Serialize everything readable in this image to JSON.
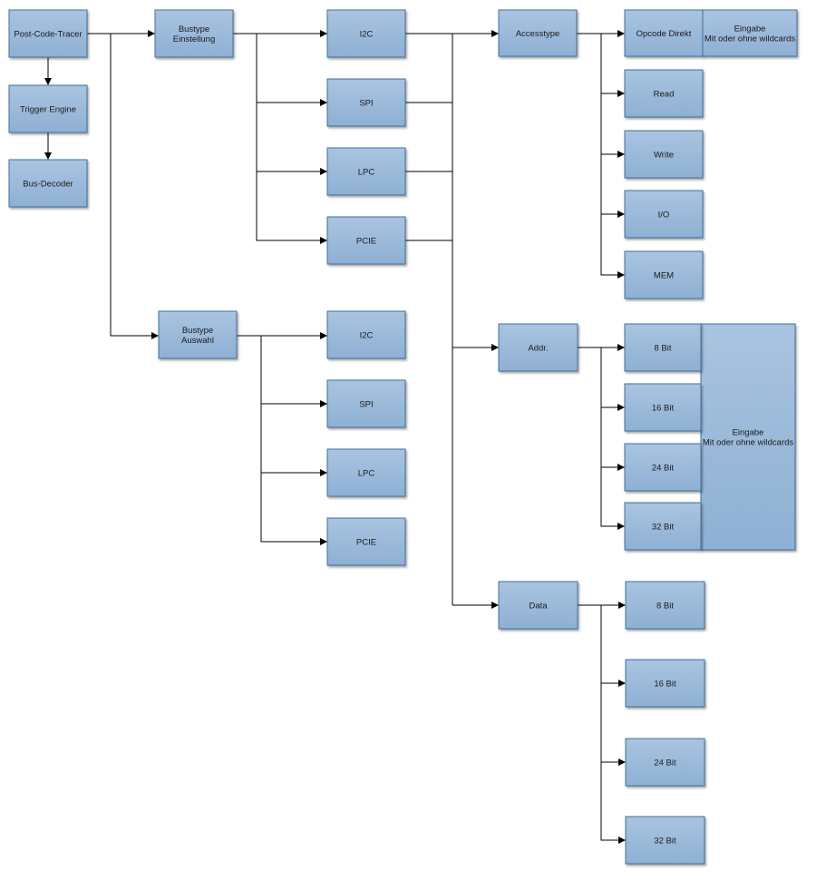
{
  "colors": {
    "box_fill_top": "#a9c4e0",
    "box_fill_bottom": "#8eb0d4",
    "box_stroke": "#41719c",
    "line": "#000000"
  },
  "nodes": {
    "post_code_tracer": "Post-Code-Tracer",
    "trigger_engine": "Trigger Engine",
    "bus_decoder": "Bus-Decoder",
    "bustype_einstellung": [
      "Bustype",
      "Einstellung"
    ],
    "bustype_auswahl": [
      "Bustype",
      "Auswahl"
    ],
    "einstellung_i2c": "I2C",
    "einstellung_spi": "SPI",
    "einstellung_lpc": "LPC",
    "einstellung_pcie": "PCIE",
    "auswahl_i2c": "I2C",
    "auswahl_spi": "SPI",
    "auswahl_lpc": "LPC",
    "auswahl_pcie": "PCIE",
    "accesstype": "Accesstype",
    "addr": "Addr.",
    "data": "Data",
    "opcode_direkt": "Opcode Direkt",
    "opcode_eingabe": [
      "Eingabe",
      "Mit oder ohne wildcards"
    ],
    "read": "Read",
    "write": "Write",
    "io": "I/O",
    "mem": "MEM",
    "addr_8bit": "8 Bit",
    "addr_16bit": "16 Bit",
    "addr_24bit": "24 Bit",
    "addr_32bit": "32 Bit",
    "addr_eingabe": [
      "Eingabe",
      "Mit oder ohne wildcards"
    ],
    "data_8bit": "8 Bit",
    "data_16bit": "16 Bit",
    "data_24bit": "24 Bit",
    "data_32bit": "32 Bit"
  }
}
